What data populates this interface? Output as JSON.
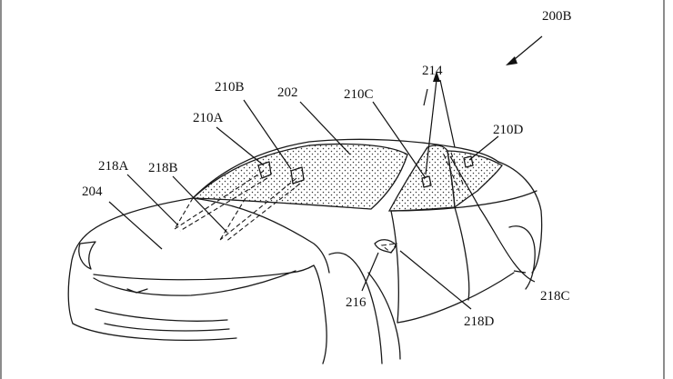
{
  "figure_id": "200B",
  "labels": {
    "roof": "202",
    "hood": "204",
    "sensor_windshield_left": "210A",
    "sensor_windshield_right": "210B",
    "sensor_side_front": "210C",
    "sensor_side_rear": "210D",
    "side_sensors_group": "214",
    "mirror_area": "216",
    "beam_a": "218A",
    "beam_b": "218B",
    "beam_c": "218C",
    "beam_d": "218D"
  },
  "colors": {
    "line": "#1a1a1a",
    "background": "#ffffff"
  }
}
